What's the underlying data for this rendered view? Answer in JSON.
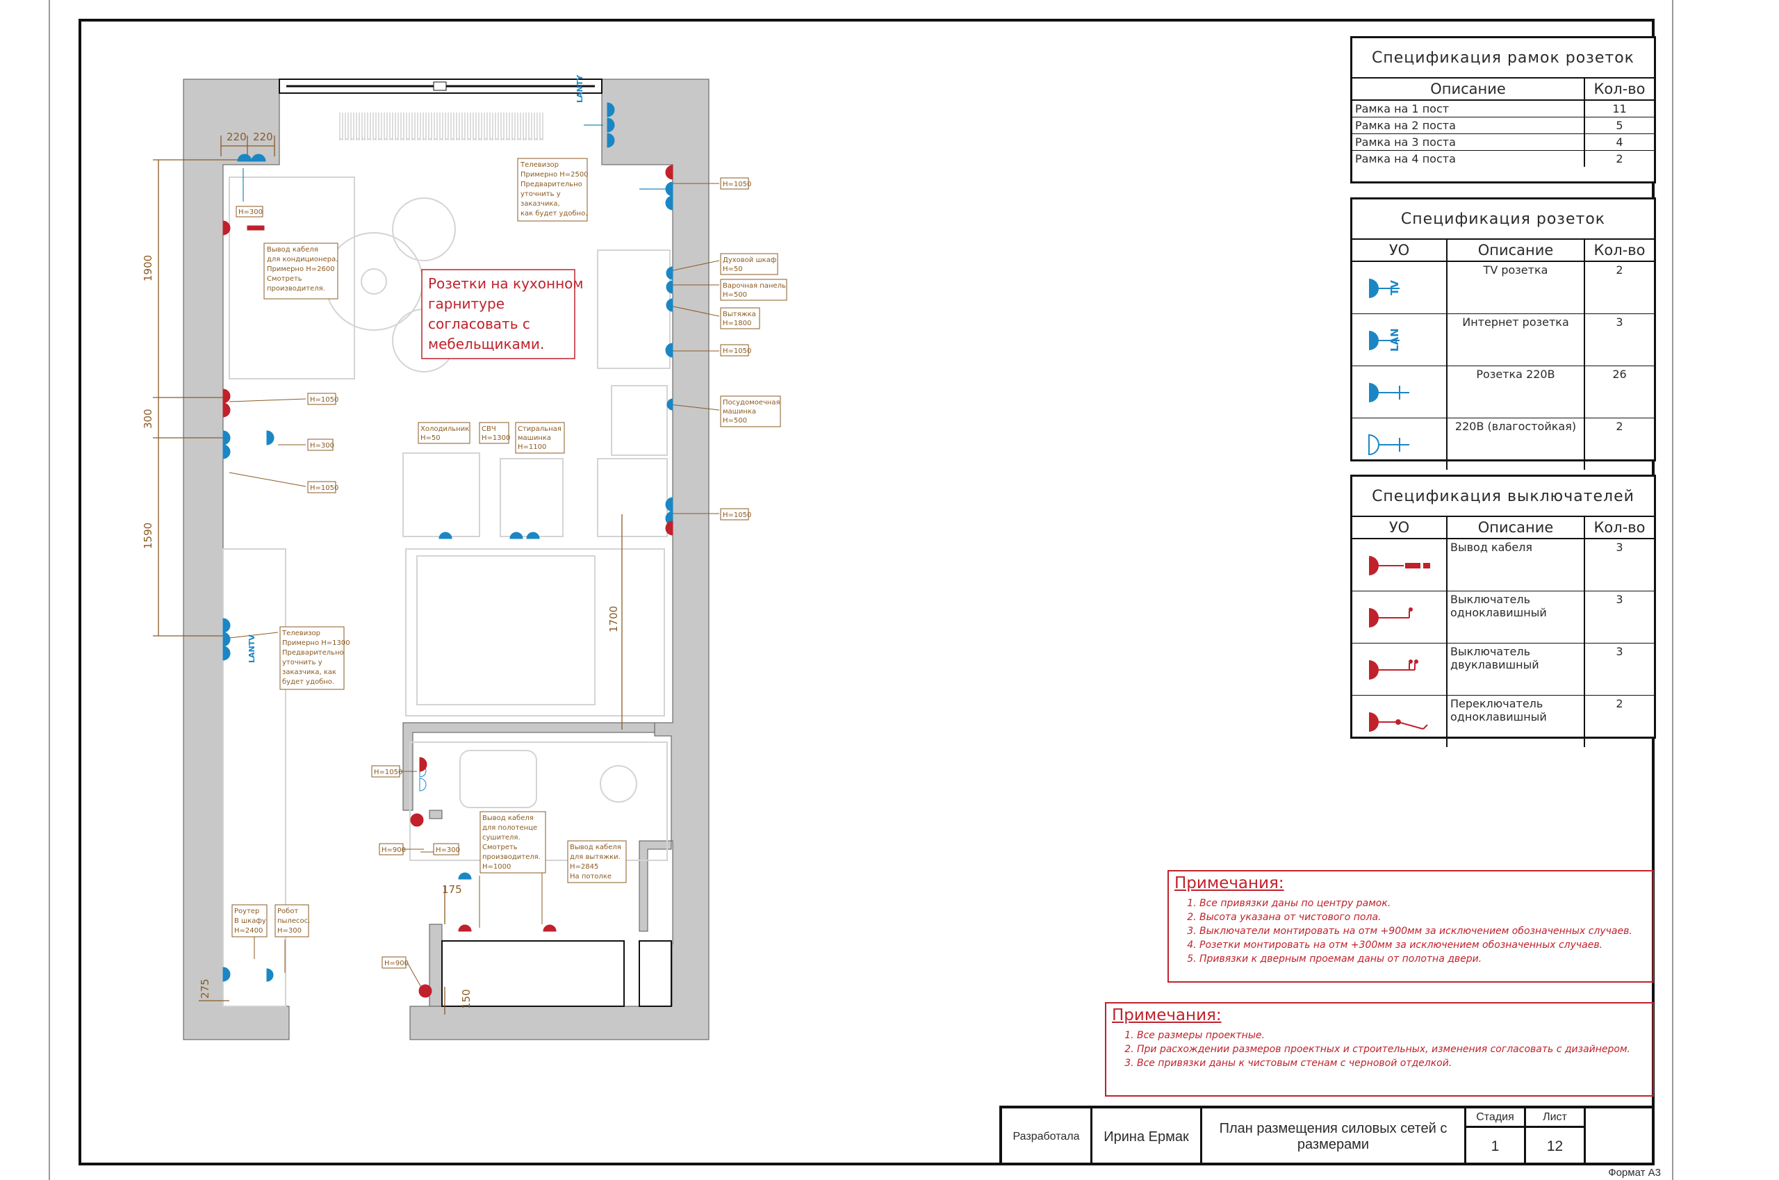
{
  "colors": {
    "wall": "#c8c8c9",
    "socket_blue": "#1b86c4",
    "switch_red": "#c0212b",
    "label_brown": "#8a5a22",
    "line": "#111111"
  },
  "spec_frames": {
    "title": "Спецификация рамок розеток",
    "col_desc": "Описание",
    "col_qty": "Кол-во",
    "rows": [
      {
        "desc": "Рамка на 1 пост",
        "qty": "11"
      },
      {
        "desc": "Рамка на 2 поста",
        "qty": "5"
      },
      {
        "desc": "Рамка на 3 поста",
        "qty": "4"
      },
      {
        "desc": "Рамка на 4 поста",
        "qty": "2"
      }
    ]
  },
  "spec_sockets": {
    "title": "Спецификация розеток",
    "col_uo": "УО",
    "col_desc": "Описание",
    "col_qty": "Кол-во",
    "rows": [
      {
        "icon": "tv-socket-icon",
        "icon_text": "TV",
        "desc": "TV розетка",
        "qty": "2"
      },
      {
        "icon": "lan-socket-icon",
        "icon_text": "LAN",
        "desc": "Интернет розетка",
        "qty": "3"
      },
      {
        "icon": "power-socket-icon",
        "icon_text": "",
        "desc": "Розетка 220В",
        "qty": "26"
      },
      {
        "icon": "waterproof-socket-icon",
        "icon_text": "",
        "desc": "220В (влагостойкая)",
        "qty": "2"
      }
    ]
  },
  "spec_switches": {
    "title": "Спецификация выключателей",
    "col_uo": "УО",
    "col_desc": "Описание",
    "col_qty": "Кол-во",
    "rows": [
      {
        "icon": "cable-outlet-icon",
        "desc": "Вывод кабеля",
        "qty": "3"
      },
      {
        "icon": "single-switch-icon",
        "desc": "Выключатель одноклавишный",
        "qty": "3"
      },
      {
        "icon": "double-switch-icon",
        "desc": "Выключатель двуклавишный",
        "qty": "3"
      },
      {
        "icon": "toggle-switch-icon",
        "desc": "Переключатель одноклавишный",
        "qty": "2"
      }
    ]
  },
  "notes1": {
    "heading": "Примечания:",
    "items": [
      "Все привязки даны по центру рамок.",
      "Высота указана от чистового пола.",
      "Выключатели монтировать на отм +900мм за исключением обозначенных случаев.",
      "Розетки монтировать на отм +300мм за исключением обозначенных случаев.",
      "Привязки к дверным проемам даны от полотна двери."
    ]
  },
  "notes2": {
    "heading": "Примечания:",
    "items": [
      "Все размеры проектные.",
      "При расхождении размеров проектных и строительных, изменения согласовать с дизайнером.",
      "Все привязки даны к чистовым стенам с черновой отделкой."
    ]
  },
  "plan": {
    "callout": [
      "Розетки на кухонном",
      "гарнитуре",
      "согласовать с",
      "мебельщиками."
    ],
    "dims": {
      "d1900": "1900",
      "d300": "300",
      "d1590": "1590",
      "d1700": "1700",
      "d275": "275",
      "d150": "150",
      "d175": "175",
      "d220a": "220",
      "d220b": "220"
    },
    "labels": {
      "tv_top": [
        "Телевизор",
        "Примерно Н=2500",
        "Предварительно",
        "уточнить у",
        "заказчика,",
        "как будет удобно."
      ],
      "ac": [
        "Вывод кабеля",
        "для кондиционера.",
        "Примерно Н=2600",
        "Смотреть",
        "производителя."
      ],
      "h300_top": [
        "Н=300"
      ],
      "h1050_a": [
        "Н=1050"
      ],
      "oven": [
        "Духовой шкаф",
        "Н=50"
      ],
      "hob": [
        "Варочная панель",
        "Н=500"
      ],
      "hood": [
        "Вытяжка",
        "Н=1800"
      ],
      "h1050_b": [
        "Н=1050"
      ],
      "dish": [
        "Посудомоечная",
        "машинка",
        "Н=500"
      ],
      "h1050_left1": [
        "Н=1050"
      ],
      "h300_left": [
        "Н=300"
      ],
      "h1050_left2": [
        "Н=1050"
      ],
      "fridge": [
        "Холодильник",
        "Н=50"
      ],
      "micro": [
        "СВЧ",
        "Н=1300"
      ],
      "wash": [
        "Стиральная",
        "машинка",
        "Н=1100"
      ],
      "h1050_c": [
        "Н=1050"
      ],
      "tv_mid": [
        "Телевизор",
        "Примерно Н=1300",
        "Предварительно",
        "уточнить у",
        "заказчика, как",
        "будет удобно."
      ],
      "h1050_bath": [
        "Н=1050"
      ],
      "h900_a": [
        "Н=900"
      ],
      "h300_bath": [
        "Н=300"
      ],
      "dryer": [
        "Вывод кабеля",
        "для полотенце",
        "сушителя.",
        "Смотреть",
        "производителя.",
        "Н=1000"
      ],
      "vent": [
        "Вывод кабеля",
        "для вытяжки.",
        "Н=2845",
        "На потолке"
      ],
      "router": [
        "Роутер",
        "В шкафу",
        "Н=2400"
      ],
      "robot": [
        "Робот",
        "пылесос.",
        "Н=300"
      ],
      "h900_b": [
        "Н=900"
      ]
    },
    "lanty_top": "LANTY",
    "lanty_mid": "LANTV"
  },
  "stamp": {
    "developed_label": "Разработала",
    "author": "Ирина Ермак",
    "title": "План размещения силовых сетей с размерами",
    "stage_label": "Стадия",
    "stage": "1",
    "sheet_label": "Лист",
    "sheet": "12"
  },
  "format": "Формат А3"
}
